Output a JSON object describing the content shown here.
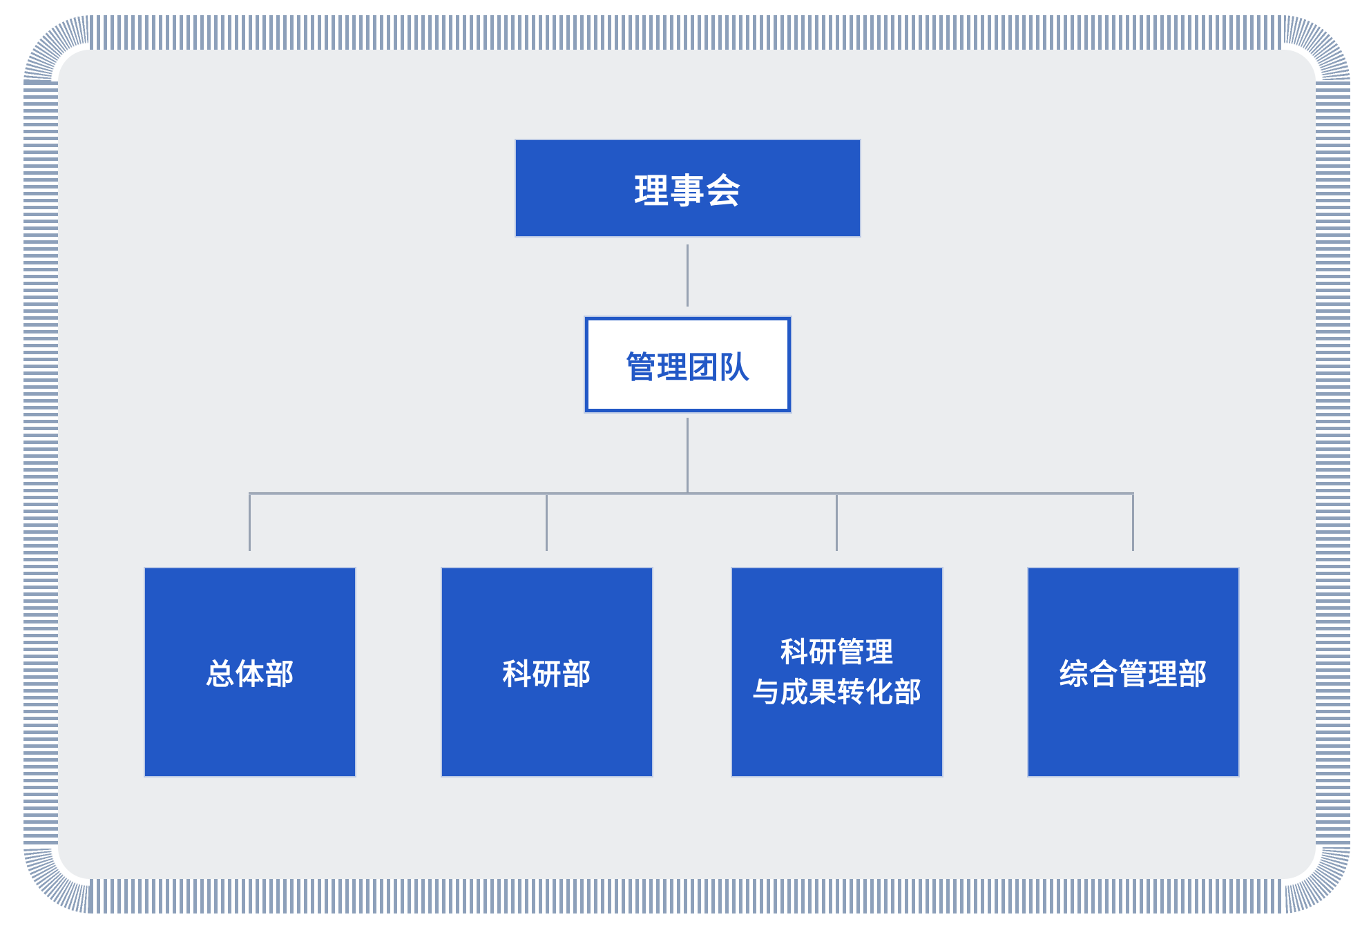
{
  "org_chart": {
    "board": {
      "label": "理事会"
    },
    "management": {
      "label": "管理团队"
    },
    "departments": [
      {
        "label": "总体部"
      },
      {
        "label": "科研部"
      },
      {
        "label": "科研管理\n与成果转化部"
      },
      {
        "label": "综合管理部"
      }
    ]
  },
  "colors": {
    "accent": "#2258c6",
    "canvas-bg": "#ebedef",
    "stripe": "#8da0ba",
    "connector": "#97a2b2",
    "rail-dark": "#8c97a6",
    "rail-light": "#bac3d0",
    "halo": "rgba(140,165,220,0.5)",
    "text-on-blue": "#ffffff"
  }
}
